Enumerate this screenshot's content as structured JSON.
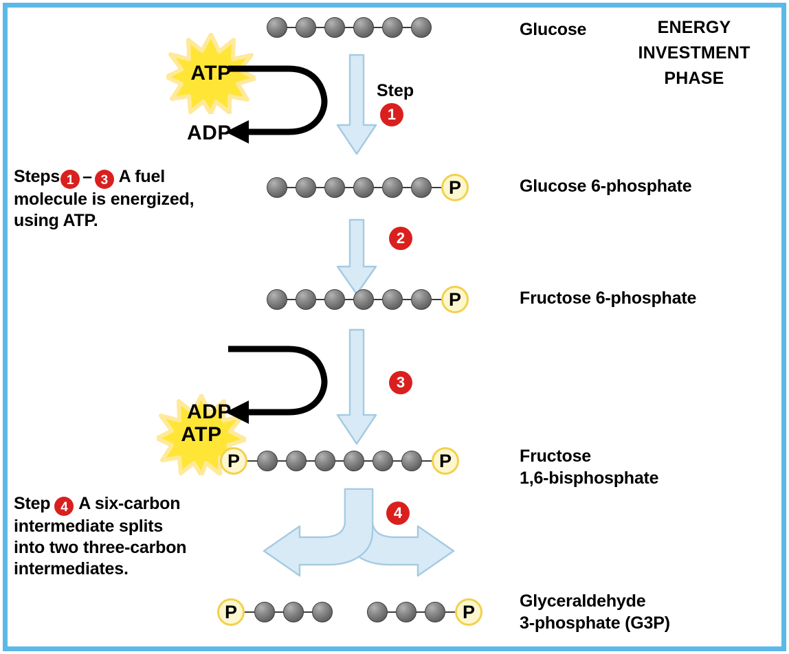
{
  "diagram": {
    "title": "Glycolysis - Energy Investment Phase",
    "border_color": "#5cb8e8",
    "arrow_fill": "#d8eaf6",
    "arrow_stroke": "#a5cbe2",
    "badge_color": "#d9201f",
    "atp_color": "#ffe636",
    "phosphate_fill": "#fdf7cf",
    "phosphate_ring": "#f2d14b"
  },
  "phase": {
    "label": "ENERGY\nINVESTMENT\nPHASE"
  },
  "molecules": [
    {
      "id": "glucose",
      "label": "Glucose",
      "carbons": 6,
      "phosphate_left": false,
      "phosphate_right": false
    },
    {
      "id": "glucose-6-phosphate",
      "label": "Glucose 6-phosphate",
      "carbons": 6,
      "phosphate_left": false,
      "phosphate_right": true
    },
    {
      "id": "fructose-6-phosphate",
      "label": "Fructose 6-phosphate",
      "carbons": 6,
      "phosphate_left": false,
      "phosphate_right": true
    },
    {
      "id": "fructose-1-6-bisphosphate",
      "label": "Fructose\n1,6-bisphosphate",
      "carbons": 6,
      "phosphate_left": true,
      "phosphate_right": true
    },
    {
      "id": "g3p",
      "label": "Glyceraldehyde\n3-phosphate (G3P)",
      "carbons": 3,
      "phosphate_left": true,
      "phosphate_right": false
    }
  ],
  "phosphate_symbol": "P",
  "steps": [
    {
      "number": "1",
      "prefix": "Step"
    },
    {
      "number": "2",
      "prefix": ""
    },
    {
      "number": "3",
      "prefix": ""
    },
    {
      "number": "4",
      "prefix": ""
    }
  ],
  "energy": {
    "atp_label": "ATP",
    "adp_label": "ADP"
  },
  "notes": [
    {
      "id": "note-steps-1-3",
      "lead": "Steps",
      "badge_a": "1",
      "dash": "–",
      "badge_b": "3",
      "text": " A fuel\nmolecule is energized,\nusing ATP."
    },
    {
      "id": "note-step-4",
      "lead": "Step",
      "badge_a": "4",
      "text": " A six-carbon\nintermediate splits\ninto two three-carbon\nintermediates."
    }
  ],
  "chart_data": {
    "type": "diagram",
    "title": "Glycolysis: Energy Investment Phase",
    "pathway": [
      {
        "step": 0,
        "molecule": "Glucose",
        "carbons": 6,
        "phosphates": 0
      },
      {
        "step": 1,
        "molecule": "Glucose 6-phosphate",
        "carbons": 6,
        "phosphates": 1,
        "atp_consumed": 1,
        "adp_produced": 1
      },
      {
        "step": 2,
        "molecule": "Fructose 6-phosphate",
        "carbons": 6,
        "phosphates": 1,
        "atp_consumed": 0,
        "adp_produced": 0
      },
      {
        "step": 3,
        "molecule": "Fructose 1,6-bisphosphate",
        "carbons": 6,
        "phosphates": 2,
        "atp_consumed": 1,
        "adp_produced": 1
      },
      {
        "step": 4,
        "molecule": "Glyceraldehyde 3-phosphate (G3P)",
        "carbons": 3,
        "phosphates": 1,
        "count": 2
      }
    ],
    "total_atp_invested": 2
  }
}
